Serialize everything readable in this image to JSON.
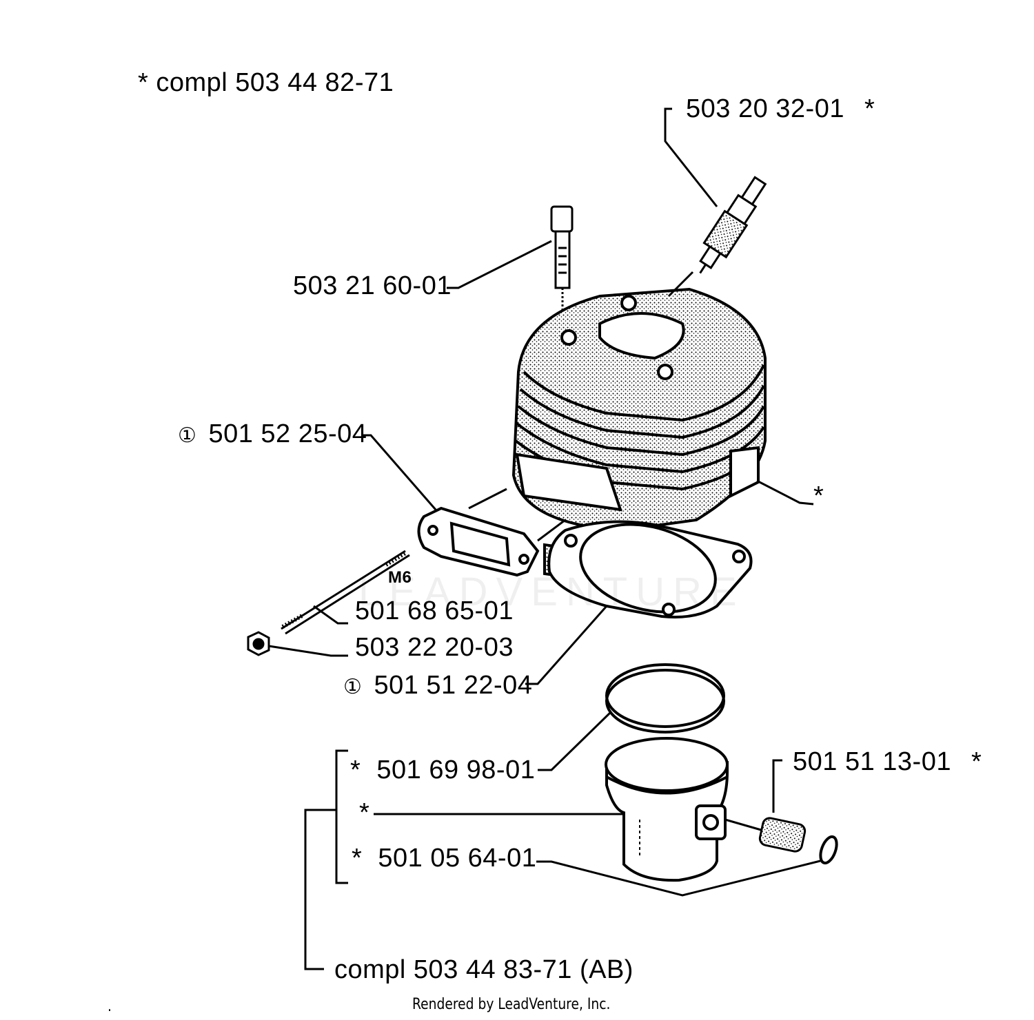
{
  "header": {
    "kit_label": "*  compl 503 44 82-71"
  },
  "parts": {
    "spark_plug": {
      "number": "503 20 32-01",
      "marker": "*"
    },
    "bolt": {
      "number": "503 21 60-01"
    },
    "exhaust_gasket": {
      "circled": "①",
      "number": "501 52 25-04"
    },
    "cylinder_star": {
      "marker": "*"
    },
    "stud_thread": {
      "text": "M6"
    },
    "stud": {
      "number": "501 68 65-01"
    },
    "nut": {
      "number": "503 22 20-03"
    },
    "base_gasket": {
      "circled": "①",
      "number": "501 51 22-04"
    },
    "piston_ring": {
      "marker": "*",
      "number": "501 69 98-01"
    },
    "piston": {
      "marker": "*"
    },
    "wrist_pin": {
      "marker": "*",
      "number": "501 05 64-01"
    },
    "needle_bearing": {
      "number": "501 51 13-01",
      "marker": "*"
    }
  },
  "footer": {
    "kit_label": "compl 503 44 83-71 (AB)",
    "credit": "Rendered by LeadVenture, Inc.",
    "dot": "."
  },
  "watermark": "LEADVENTURE"
}
